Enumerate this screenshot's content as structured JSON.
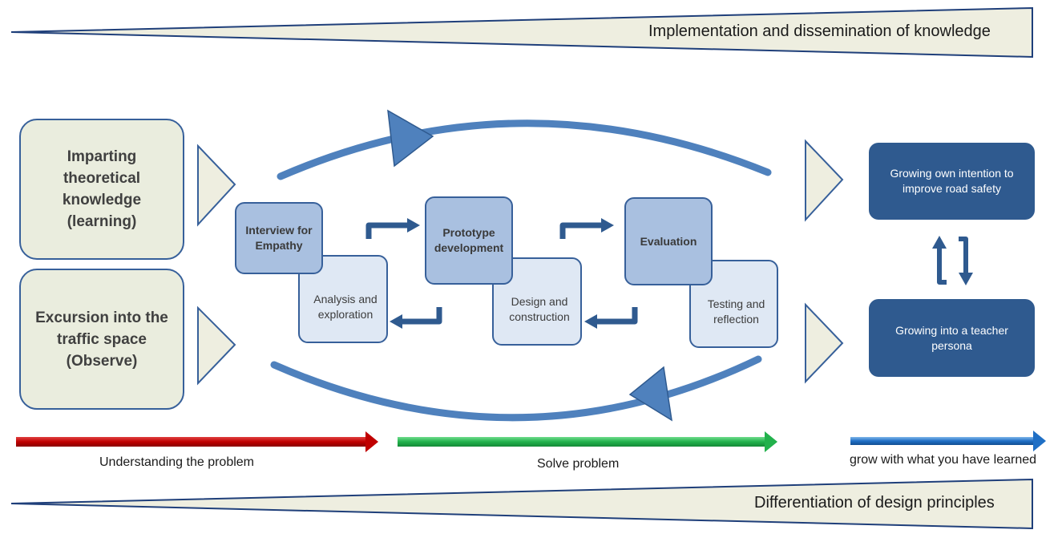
{
  "top_banner": {
    "text": "Implementation and dissemination of knowledge"
  },
  "bottom_banner": {
    "text": "Differentiation of design principles"
  },
  "inputs": [
    {
      "text": "Imparting theoretical knowledge (learning)"
    },
    {
      "text": "Excursion into the traffic space (Observe)"
    }
  ],
  "cycle": [
    {
      "front": "Interview for Empathy",
      "back": "Analysis and exploration"
    },
    {
      "front": "Prototype development",
      "back": "Design and construction"
    },
    {
      "front": "Evaluation",
      "back": "Testing and reflection"
    }
  ],
  "outcomes": [
    {
      "text": "Growing own intention to improve road safety"
    },
    {
      "text": "Growing into a teacher persona"
    }
  ],
  "phases": [
    {
      "label": "Understanding the problem",
      "color": "#c00000"
    },
    {
      "label": "Solve problem",
      "color": "#22b14c"
    },
    {
      "label": "grow with what you have learned",
      "color": "#1f6fc5"
    }
  ],
  "colors": {
    "wedge_fill": "#eeeee0",
    "wedge_stroke": "#1f3f7a",
    "cycle_arrow": "#4f81bd",
    "connector": "#2f5a8f"
  }
}
